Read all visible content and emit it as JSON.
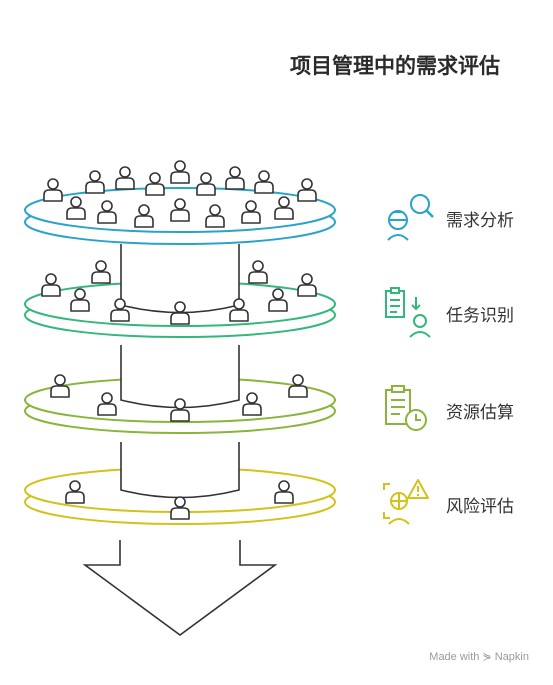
{
  "title": "项目管理中的需求评估",
  "stages": [
    {
      "label": "需求分析",
      "color": "#2aa3c9",
      "icon": "person-search-icon"
    },
    {
      "label": "任务识别",
      "color": "#34b77a",
      "icon": "checklist-person-icon"
    },
    {
      "label": "资源估算",
      "color": "#88b53a",
      "icon": "document-clock-icon"
    },
    {
      "label": "风险评估",
      "color": "#d3c21a",
      "icon": "warning-person-icon"
    }
  ],
  "watermark": "Made with ⋟ Napkin"
}
